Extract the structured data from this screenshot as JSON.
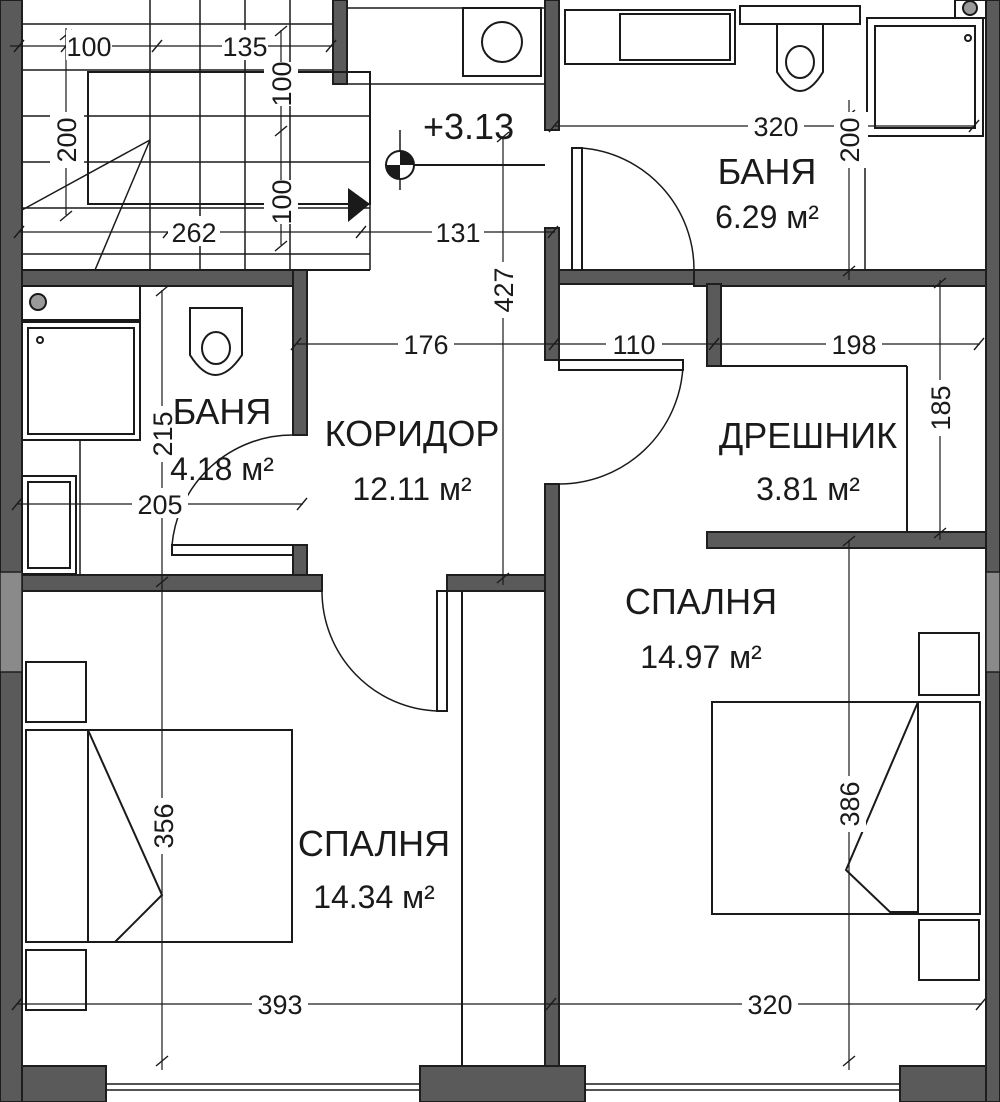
{
  "level": "+3.13",
  "rooms": [
    {
      "name": "БАНЯ",
      "area": "6.29 м²"
    },
    {
      "name": "БАНЯ",
      "area": "4.18 м²"
    },
    {
      "name": "КОРИДОР",
      "area": "12.11 м²"
    },
    {
      "name": "ДРЕШНИК",
      "area": "3.81 м²"
    },
    {
      "name": "СПАЛНЯ",
      "area": "14.97 м²"
    },
    {
      "name": "СПАЛНЯ",
      "area": "14.34 м²"
    }
  ],
  "dimensions": [
    "100",
    "135",
    "100",
    "200",
    "100",
    "262",
    "131",
    "320",
    "200",
    "427",
    "176",
    "110",
    "198",
    "185",
    "215",
    "205",
    "356",
    "386",
    "393",
    "320"
  ]
}
